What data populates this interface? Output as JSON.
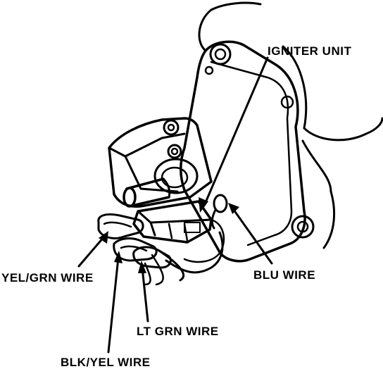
{
  "labels": {
    "igniter_unit": "IGNITER UNIT",
    "yel_grn_wire": "YEL/GRN WIRE",
    "blu_wire": "BLU WIRE",
    "lt_grn_wire": "LT GRN WIRE",
    "blk_yel_wire": "BLK/YEL WIRE"
  },
  "colors": {
    "ink": "#000000",
    "paper": "#ffffff"
  }
}
